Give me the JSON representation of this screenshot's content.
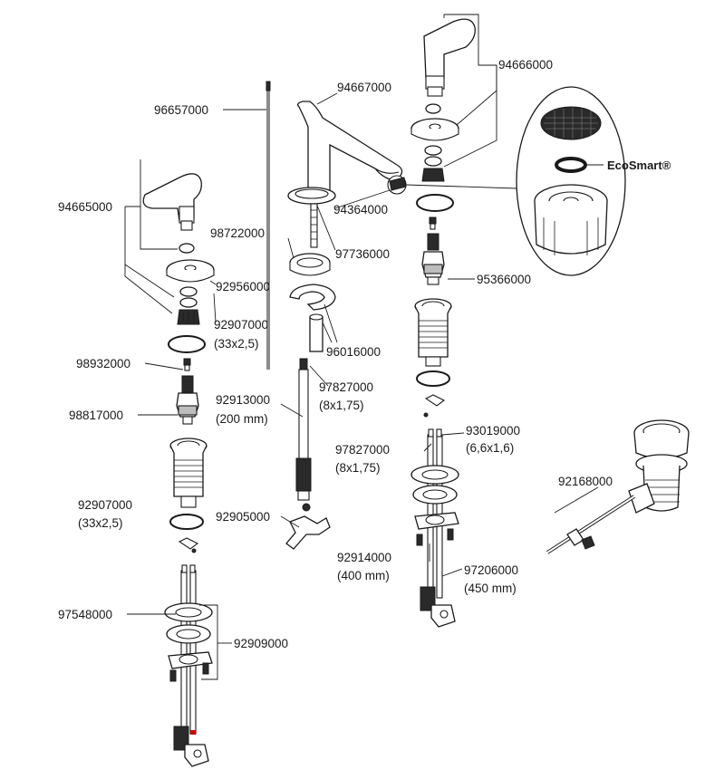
{
  "parts": [
    {
      "id": "p94665000",
      "label": "94665000"
    },
    {
      "id": "p96657000",
      "label": "96657000"
    },
    {
      "id": "p94667000",
      "label": "94667000"
    },
    {
      "id": "p94666000",
      "label": "94666000"
    },
    {
      "id": "p94364000",
      "label": "94364000"
    },
    {
      "id": "p98722000",
      "label": "98722000"
    },
    {
      "id": "p97736000",
      "label": "97736000"
    },
    {
      "id": "p92956000",
      "label": "92956000"
    },
    {
      "id": "p92907000a",
      "label": "92907000",
      "spec": "(33x2,5)"
    },
    {
      "id": "p96016000",
      "label": "96016000"
    },
    {
      "id": "p98932000",
      "label": "98932000"
    },
    {
      "id": "p97827000a",
      "label": "97827000",
      "spec": "(8x1,75)"
    },
    {
      "id": "p92913000",
      "label": "92913000",
      "spec": "(200 mm)"
    },
    {
      "id": "p98817000",
      "label": "98817000"
    },
    {
      "id": "p95366000",
      "label": "95366000"
    },
    {
      "id": "p93019000",
      "label": "93019000",
      "spec": "(6,6x1,6)"
    },
    {
      "id": "p97827000b",
      "label": "97827000",
      "spec": "(8x1,75)"
    },
    {
      "id": "p92168000",
      "label": "92168000"
    },
    {
      "id": "p92907000b",
      "label": "92907000",
      "spec": "(33x2,5)"
    },
    {
      "id": "p92905000",
      "label": "92905000"
    },
    {
      "id": "p92914000",
      "label": "92914000",
      "spec": "(400 mm)"
    },
    {
      "id": "p97206000",
      "label": "97206000",
      "spec": "(450 mm)"
    },
    {
      "id": "p97548000",
      "label": "97548000"
    },
    {
      "id": "p92909000",
      "label": "92909000"
    }
  ],
  "ecosmart": {
    "label": "EcoSmart®"
  }
}
